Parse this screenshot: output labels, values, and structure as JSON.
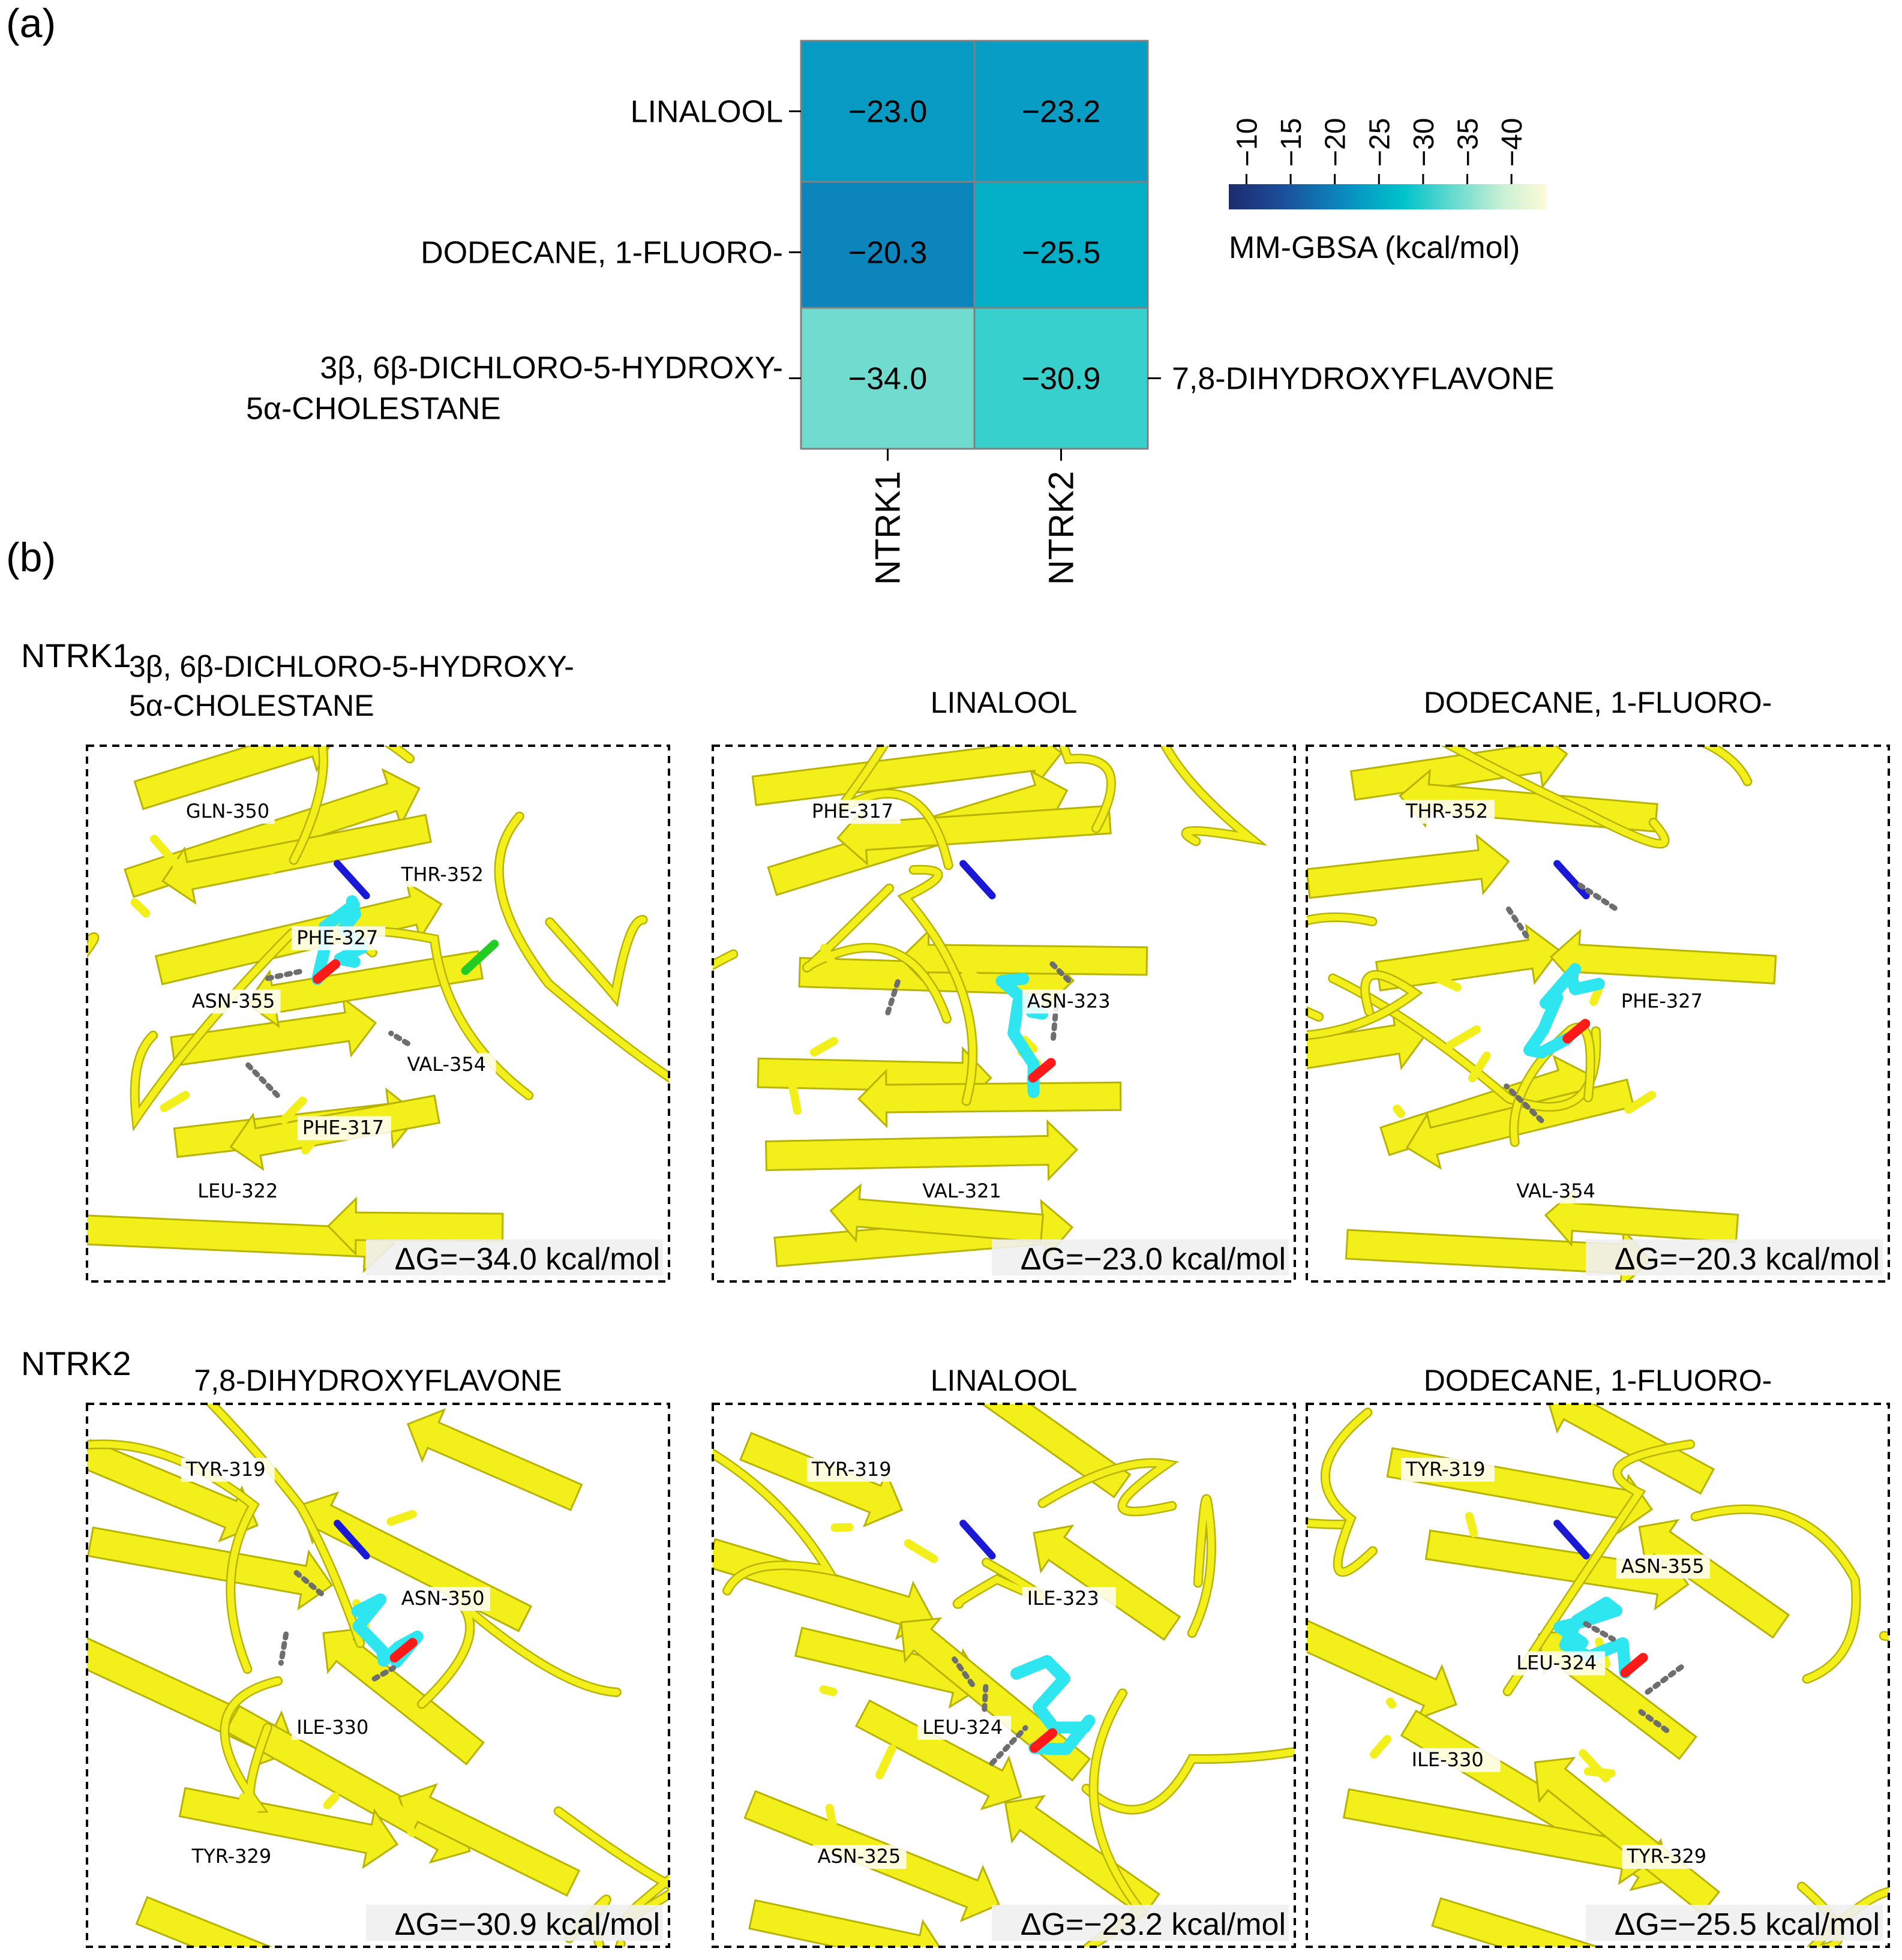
{
  "panel_a_label": "(a)",
  "panel_b_label": "(b)",
  "chart_data": {
    "type": "heatmap",
    "columns": [
      "NTRK1",
      "NTRK2"
    ],
    "rows": [
      {
        "label": "LINALOOL",
        "values": [
          -23.0,
          -23.2
        ]
      },
      {
        "label": "DODECANE, 1-FLUORO-",
        "values": [
          -20.3,
          -25.5
        ]
      },
      {
        "label_lines": [
          "3β, 6β-DICHLORO-5-HYDROXY-",
          "5α-CHOLESTANE"
        ],
        "right_label": "7,8-DIHYDROXYFLAVONE",
        "values": [
          -34.0,
          -30.9
        ]
      }
    ],
    "cell_labels": [
      [
        "−23.0",
        "−23.2"
      ],
      [
        "−20.3",
        "−25.5"
      ],
      [
        "−34.0",
        "−30.9"
      ]
    ],
    "colorbar": {
      "title": "MM-GBSA (kcal/mol)",
      "ticks": [
        "−10",
        "−15",
        "−20",
        "−25",
        "−30",
        "−35",
        "−40"
      ],
      "tick_values": [
        -10,
        -15,
        -20,
        -25,
        -30,
        -35,
        -40
      ],
      "range": [
        -8,
        -44
      ],
      "colormap": [
        "#1d2a6e",
        "#1b4f9a",
        "#0a8ac0",
        "#00c3cb",
        "#6fdccf",
        "#c8f0d4",
        "#fdfbd8"
      ]
    }
  },
  "panel_b": {
    "groups": [
      {
        "header": "NTRK1",
        "panels": [
          {
            "title_lines": [
              "3β, 6β-DICHLORO-5-HYDROXY-",
              "5α-CHOLESTANE"
            ],
            "energy": "ΔG=−34.0 kcal/mol",
            "residues": [
              "GLN-350",
              "THR-352",
              "PHE-327",
              "ASN-355",
              "VAL-354",
              "PHE-317",
              "LEU-322"
            ]
          },
          {
            "title_lines": [
              "LINALOOL"
            ],
            "energy": "ΔG=−23.0 kcal/mol",
            "residues": [
              "PHE-317",
              "ASN-323",
              "VAL-321"
            ]
          },
          {
            "title_lines": [
              "DODECANE, 1-FLUORO-"
            ],
            "energy": "ΔG=−20.3 kcal/mol",
            "residues": [
              "THR-352",
              "PHE-327",
              "VAL-354"
            ]
          }
        ]
      },
      {
        "header": "NTRK2",
        "panels": [
          {
            "title_lines": [
              "7,8-DIHYDROXYFLAVONE"
            ],
            "energy": "ΔG=−30.9 kcal/mol",
            "residues": [
              "TYR-319",
              "ASN-350",
              "ILE-330",
              "TYR-329"
            ]
          },
          {
            "title_lines": [
              "LINALOOL"
            ],
            "energy": "ΔG=−23.2 kcal/mol",
            "residues": [
              "TYR-319",
              "ILE-323",
              "LEU-324",
              "ASN-325"
            ]
          },
          {
            "title_lines": [
              "DODECANE, 1-FLUORO-"
            ],
            "energy": "ΔG=−25.5 kcal/mol",
            "residues": [
              "TYR-319",
              "ASN-355",
              "LEU-324",
              "ILE-330",
              "TYR-329"
            ]
          }
        ]
      }
    ],
    "colors": {
      "protein": "#f2ef1a",
      "protein_edge": "#b8b300",
      "ligand": "#2ee6f0",
      "oxygen": "#ff1a1a",
      "nitrogen": "#1a1ad6",
      "chlorine": "#22cc22",
      "hbond": "#6e6e6e"
    }
  }
}
